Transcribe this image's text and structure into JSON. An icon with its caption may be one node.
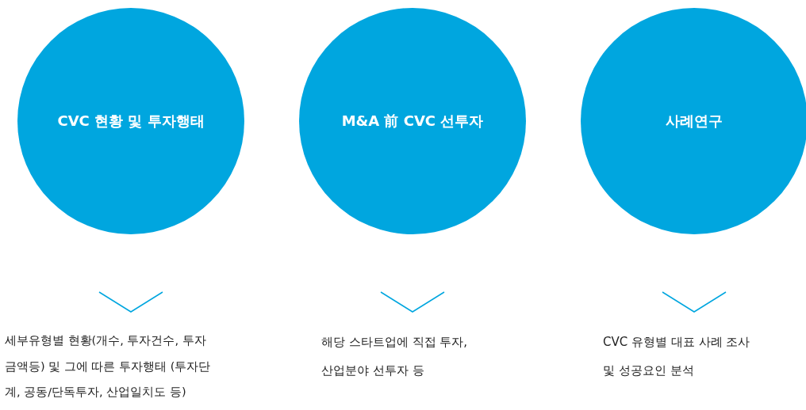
{
  "diagram": {
    "nodes": [
      {
        "text": [
          "CVC 현황 및 투자행태"
        ]
      },
      {
        "text": [
          "M&A 前 CVC 선투자"
        ]
      },
      {
        "text": [
          "사례연구"
        ]
      }
    ],
    "labels": [
      "세부유형별 현황(개수, 투자건수, 투자금액등) 및 그에 따른 투자행태 (투자단계, 공동/단독투자, 산업일치도 등)",
      "해당 스타트업에 직접 투자, 산업분야 선투자 등",
      "CVC 유형별 대표 사례 조사 및 성공요인 분석"
    ]
  }
}
